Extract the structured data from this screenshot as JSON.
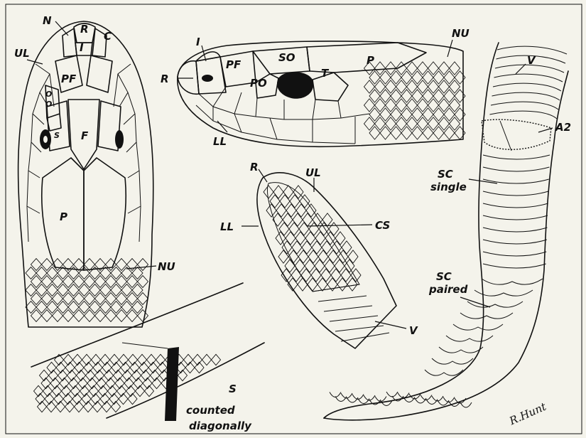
{
  "figure": {
    "signature": "R.Hunt",
    "labels": {
      "dorsal": {
        "N": "N",
        "R": "R",
        "I": "I",
        "C": "C",
        "UL": "UL",
        "PF": "PF",
        "O1": "O",
        "O2": "O",
        "S": "S",
        "F": "F",
        "P": "P",
        "NU": "NU"
      },
      "lateral": {
        "I": "I",
        "PF": "PF",
        "SO": "SO",
        "P": "P",
        "NU": "NU",
        "R": "R",
        "PO": "PO",
        "T": "T",
        "LL": "LL"
      },
      "chin": {
        "R": "R",
        "UL": "UL",
        "LL": "LL",
        "CS": "CS",
        "V": "V"
      },
      "tail": {
        "V": "V",
        "A2": "A2",
        "SC_single_1": "SC",
        "SC_single_2": "single",
        "SC_paired_1": "SC",
        "SC_paired_2": "paired"
      },
      "scales": {
        "S": "S",
        "caption_1": "counted",
        "caption_2": "diagonally"
      }
    }
  }
}
